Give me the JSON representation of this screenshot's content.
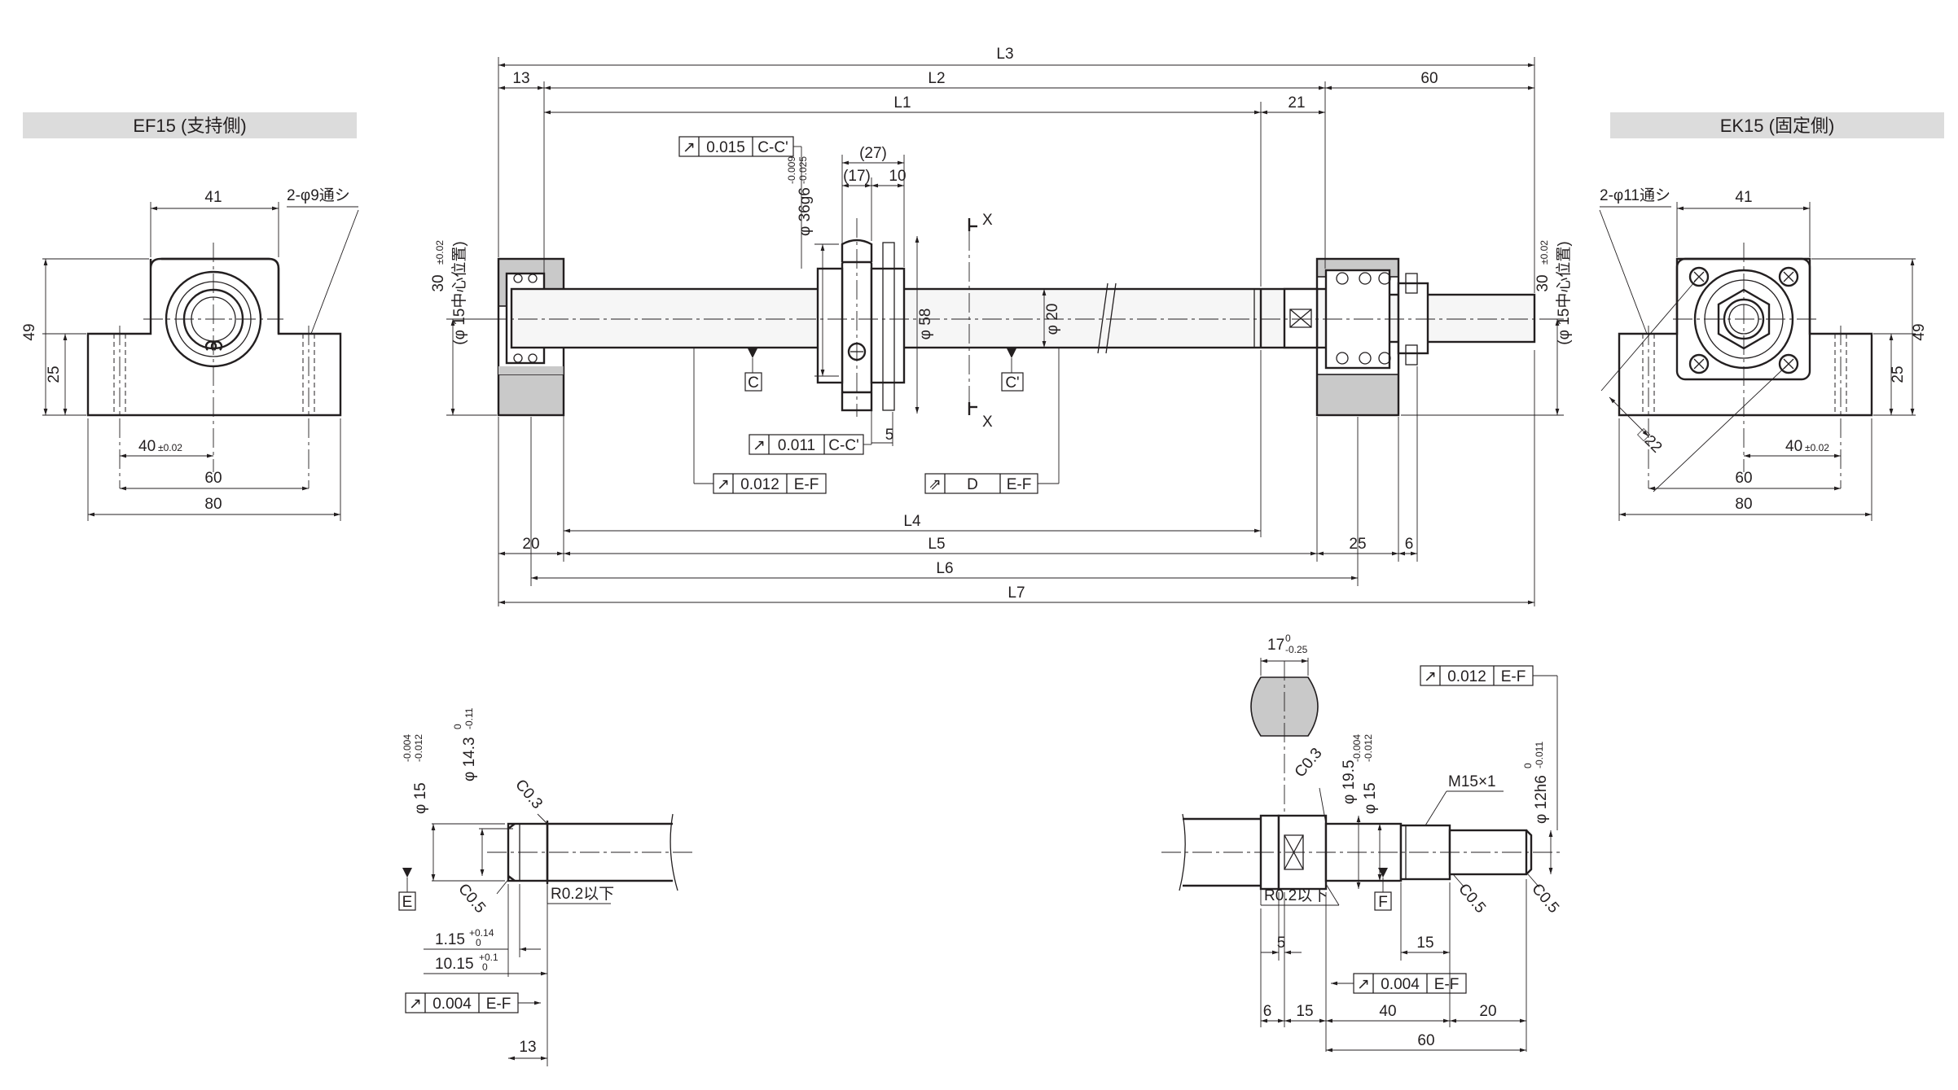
{
  "headers": {
    "left": "EF15 (支持側)",
    "right": "EK15 (固定側)"
  },
  "ef15": {
    "w41": "41",
    "hole": "2-φ9通シ",
    "h49": "49",
    "h25": "25",
    "w40": "40",
    "tol40": "±0.02",
    "w60": "60",
    "w80": "80"
  },
  "ek15": {
    "hole": "2-φ11通シ",
    "w41": "41",
    "h49": "49",
    "h25": "25",
    "sq22": "□22",
    "w40": "40",
    "tol40": "±0.02",
    "w60": "60",
    "w80": "80"
  },
  "main": {
    "L3": "L3",
    "L2": "L2",
    "L1": "L1",
    "L4": "L4",
    "L5": "L5",
    "L6": "L6",
    "L7": "L7",
    "d13": "13",
    "d60": "60",
    "d21": "21",
    "d27": "(27)",
    "d17": "(17)",
    "d10": "10",
    "d5": "5",
    "d20": "20",
    "d25": "25",
    "d6": "6",
    "dia36": "φ 36g6",
    "dia36_up": "-0.009",
    "dia36_lo": "-0.025",
    "dia58": "φ 58",
    "dia20": "φ 20",
    "center_h": "30",
    "center_tol": "±0.02",
    "center_note": "(φ 15中心位置)",
    "x": "X",
    "c": "C",
    "c2": "C'",
    "fcf1": {
      "sym": "↗",
      "val": "0.015",
      "ref": "C-C'"
    },
    "fcf2": {
      "sym": "↗",
      "val": "0.011",
      "ref": "C-C'"
    },
    "fcf3": {
      "sym": "↗",
      "val": "0.012",
      "ref": "E-F"
    },
    "fcf4": {
      "sym": "⇗",
      "val": "D",
      "ref": "E-F"
    }
  },
  "detailE": {
    "dia15": "φ 15",
    "dia15_up": "-0.004",
    "dia15_lo": "-0.012",
    "dia143": "φ 14.3",
    "dia143_up": "0",
    "dia143_lo": "-0.11",
    "c03": "C0.3",
    "c05": "C0.5",
    "r02": "R0.2以下",
    "e": "E",
    "d115": "1.15",
    "d115_up": "+0.14",
    "d115_lo": "0",
    "d1015": "10.15",
    "d1015_up": "+0.1",
    "d1015_lo": "0",
    "fcf": {
      "sym": "↗",
      "val": "0.004",
      "ref": "E-F"
    },
    "d13": "13"
  },
  "detailF": {
    "d17": "17",
    "d17_up": "0",
    "d17_lo": "-0.25",
    "fcf1": {
      "sym": "↗",
      "val": "0.012",
      "ref": "E-F"
    },
    "c03": "C0.3",
    "dia195": "φ 19.5",
    "dia15": "φ 15",
    "dia15_up": "-0.004",
    "dia15_lo": "-0.012",
    "m15": "M15×1",
    "dia12": "φ 12h6",
    "dia12_up": "0",
    "dia12_lo": "-0.011",
    "r02": "R0.2以下",
    "f": "F",
    "c05a": "C0.5",
    "c05b": "C0.5",
    "d5": "5",
    "d15a": "15",
    "fcf2": {
      "sym": "↗",
      "val": "0.004",
      "ref": "E-F"
    },
    "d6": "6",
    "d15b": "15",
    "d40": "40",
    "d20": "20",
    "d60": "60"
  }
}
